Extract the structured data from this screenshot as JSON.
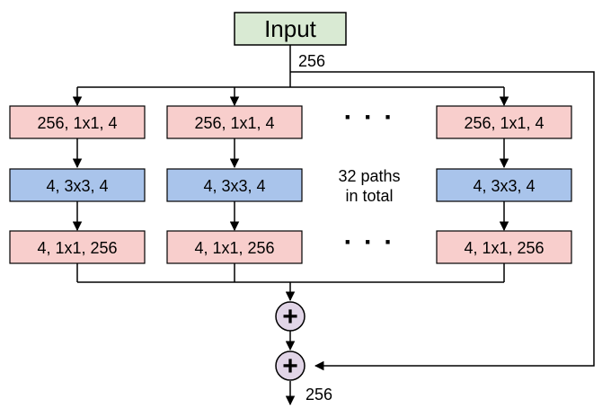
{
  "input": {
    "label": "Input"
  },
  "labels": {
    "after_input": "256",
    "output": "256",
    "paths_line1": "32 paths",
    "paths_line2": "in total",
    "ellipsis": "· · ·",
    "plus": "+"
  },
  "layers": {
    "first": "256, 1x1, 4",
    "second": "4, 3x3, 4",
    "third": "4, 1x1, 256"
  },
  "colors": {
    "input_fill": "#d9ead3",
    "conv1x1_fill": "#f8cecc",
    "conv3x3_fill": "#a9c4eb",
    "sum_fill": "#e1d5e7",
    "stroke": "#000000"
  }
}
